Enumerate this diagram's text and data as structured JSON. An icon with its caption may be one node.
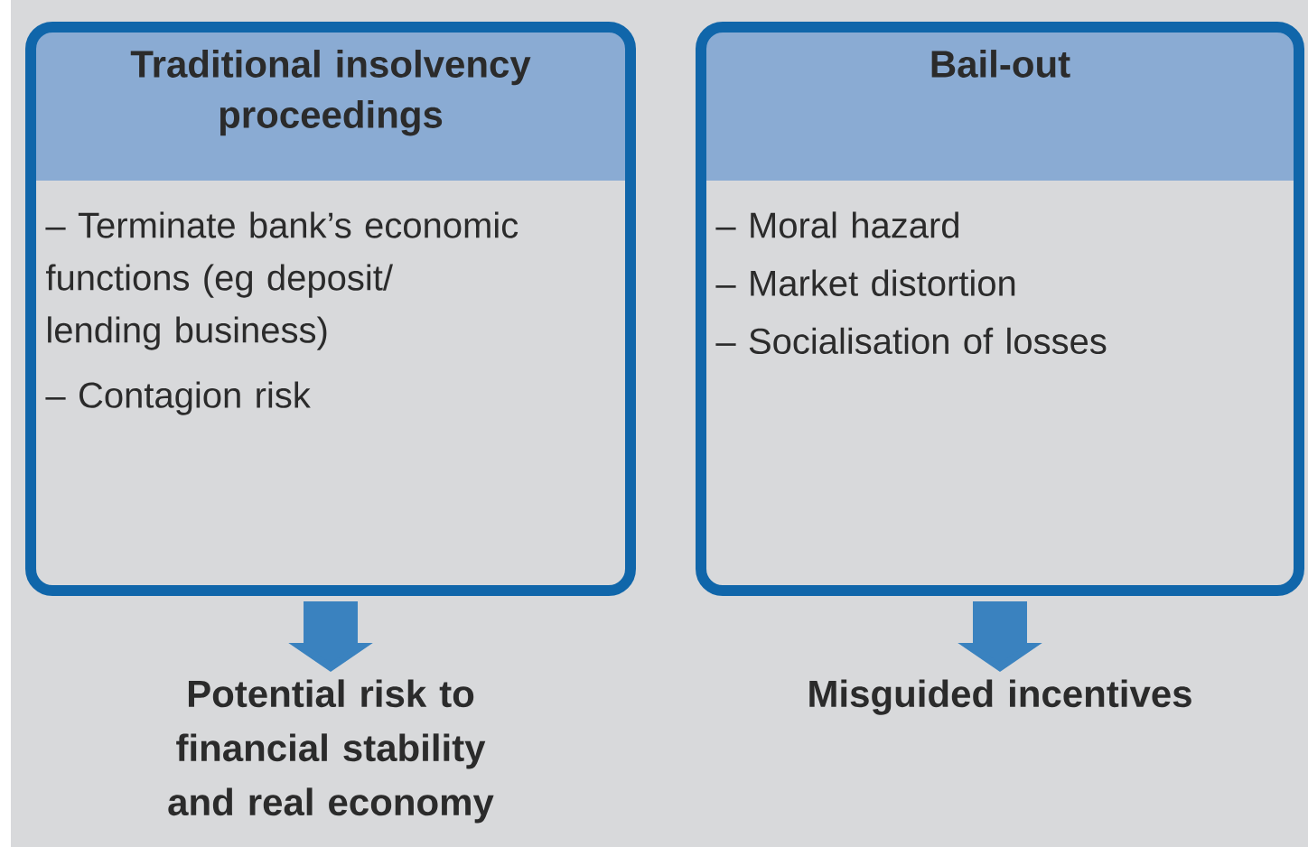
{
  "diagram": {
    "nodes": [
      {
        "text": [
          "Traditional insolvency proceedings",
          "– Terminate bank’s economic functions (eg deposit/ lending business)",
          "– Contagion risk"
        ]
      },
      {
        "text": [
          "Bail-out",
          "– Moral hazard",
          "– Market distortion",
          "– Socialisation of losses"
        ]
      },
      {
        "text": [
          "Potential risk to financial stability and real economy"
        ]
      },
      {
        "text": [
          "Misguided incentives"
        ]
      }
    ],
    "edges": [
      {
        "from": 0,
        "to": 2,
        "arrow": "to"
      },
      {
        "from": 1,
        "to": 3,
        "arrow": "to"
      }
    ]
  }
}
